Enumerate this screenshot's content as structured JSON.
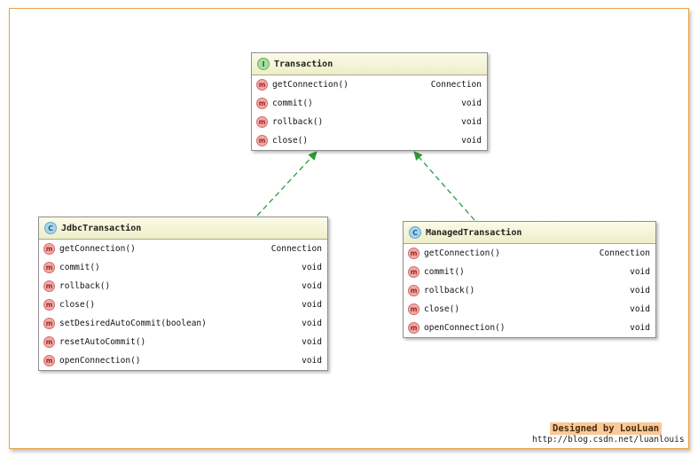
{
  "diagram": {
    "interface": {
      "kind": "I",
      "name": "Transaction",
      "methods": [
        {
          "name": "getConnection()",
          "type": "Connection"
        },
        {
          "name": "commit()",
          "type": "void"
        },
        {
          "name": "rollback()",
          "type": "void"
        },
        {
          "name": "close()",
          "type": "void"
        }
      ]
    },
    "jdbc": {
      "kind": "C",
      "name": "JdbcTransaction",
      "methods": [
        {
          "name": "getConnection()",
          "type": "Connection"
        },
        {
          "name": "commit()",
          "type": "void"
        },
        {
          "name": "rollback()",
          "type": "void"
        },
        {
          "name": "close()",
          "type": "void"
        },
        {
          "name": "setDesiredAutoCommit(boolean)",
          "type": "void"
        },
        {
          "name": "resetAutoCommit()",
          "type": "void"
        },
        {
          "name": "openConnection()",
          "type": "void"
        }
      ]
    },
    "managed": {
      "kind": "C",
      "name": "ManagedTransaction",
      "methods": [
        {
          "name": "getConnection()",
          "type": "Connection"
        },
        {
          "name": "commit()",
          "type": "void"
        },
        {
          "name": "rollback()",
          "type": "void"
        },
        {
          "name": "close()",
          "type": "void"
        },
        {
          "name": "openConnection()",
          "type": "void"
        }
      ]
    },
    "method_icon_letter": "m",
    "arrow_color": "#2e9a3a",
    "frame_border_color": "#e8a24a"
  },
  "footer": {
    "credit": "Designed by LouLuan",
    "url": "http://blog.csdn.net/luanlouis"
  }
}
